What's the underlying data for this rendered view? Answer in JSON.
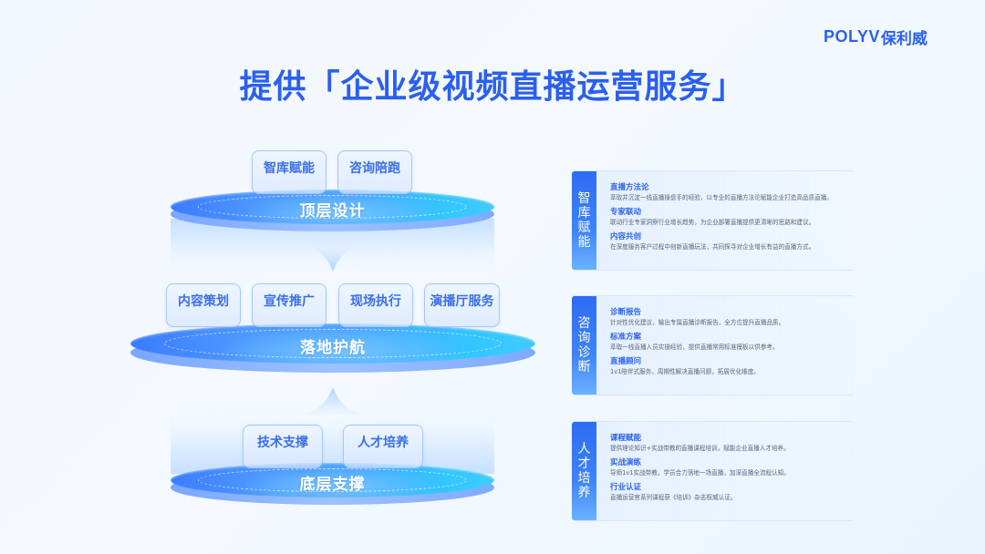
{
  "logo": {
    "latin": "POLYV",
    "cn": "保利威"
  },
  "title": "提供「企业级视频直播运营服务」",
  "colors": {
    "brand_blue": "#2a5ff0",
    "disc_left": "#3b7bff",
    "disc_right": "#33c6ff",
    "tag_text": "#3a6fe8",
    "desc_text": "#5a6478"
  },
  "layers": [
    {
      "label": "顶层设计",
      "tags": [
        "智库赋能",
        "咨询陪跑"
      ]
    },
    {
      "label": "落地护航",
      "tags": [
        "内容策划",
        "宣传推广",
        "现场执行",
        "演播厅服务"
      ]
    },
    {
      "label": "底层支撑",
      "tags": [
        "技术支撑",
        "人才培养"
      ]
    }
  ],
  "connectors": [
    {
      "icon": "arrow-down-icon",
      "direction": "down"
    },
    {
      "icon": "arrow-up-icon",
      "direction": "up"
    }
  ],
  "panels": [
    {
      "label": [
        "智",
        "库",
        "赋",
        "能"
      ],
      "items": [
        {
          "title": "直播方法论",
          "desc": "萃取并沉淀一线直播操盘手的经验，以专业的直播方法论赋能企业打造高品质直播。"
        },
        {
          "title": "专家联动",
          "desc": "联动行业专家洞察行业增长趋势，为企业部署直播提供更清晰的思路和建议。"
        },
        {
          "title": "内容共创",
          "desc": "在深度服务客户过程中创新直播玩法，共同探寻对企业增长有益的直播方式。"
        }
      ]
    },
    {
      "label": [
        "咨",
        "询",
        "诊",
        "断"
      ],
      "items": [
        {
          "title": "诊断报告",
          "desc": "针对性优化建议，输出专属直播诊断报告，全方位提升直播品质。"
        },
        {
          "title": "标准方案",
          "desc": "萃取一线直播人员实操经验，提供直播常用标准模板以供参考。"
        },
        {
          "title": "直播顾问",
          "desc": "1v1陪伴式服务，周期性解决直播问题，拓展优化维度。"
        }
      ]
    },
    {
      "label": [
        "人",
        "才",
        "培",
        "养"
      ],
      "items": [
        {
          "title": "课程赋能",
          "desc": "提供理论知识+实战带教的直播课程培训，赋能企业直播人才培养。"
        },
        {
          "title": "实战演练",
          "desc": "导师1v1实战带教，学员合力落地一场直播，加深直播全流程认知。"
        },
        {
          "title": "行业认证",
          "desc": "直播运营官系列课程获《培训》杂志权威认证。"
        }
      ]
    }
  ]
}
